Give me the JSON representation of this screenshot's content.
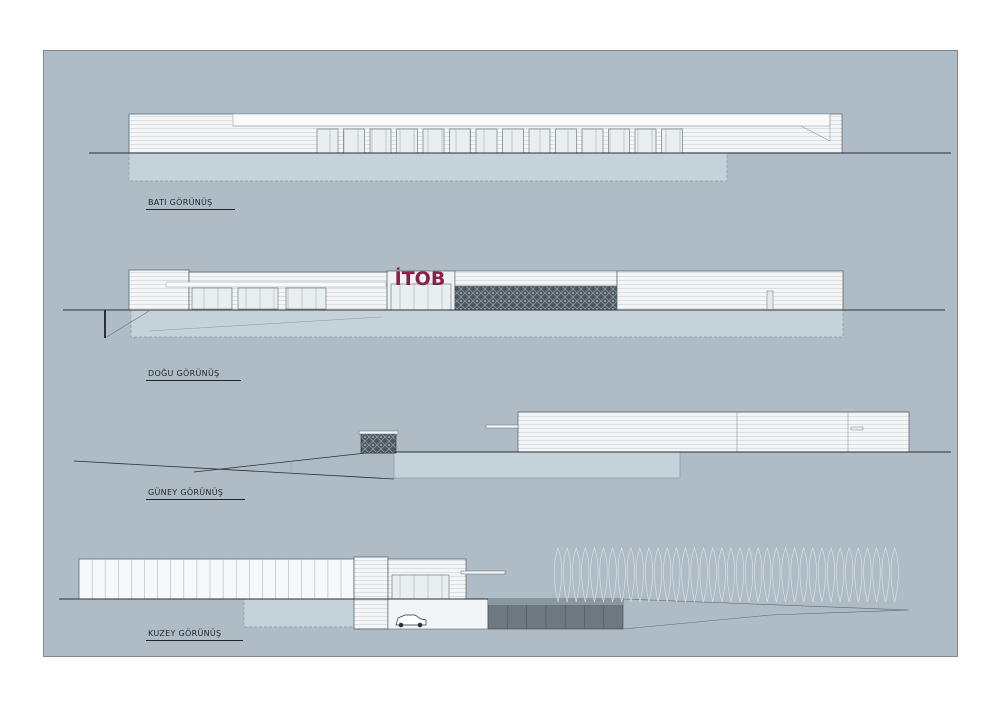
{
  "sheet": {
    "colors": {
      "background": "#afbcc5",
      "facade": "#f3f5f7",
      "basement": "#c6d2d9",
      "line": "#2a3036",
      "logo": "#8a2145",
      "cladding": "#4d5860"
    }
  },
  "logo": {
    "text": "İTOB"
  },
  "views": [
    {
      "id": "bati",
      "label": "BATI GÖRÜNÜŞ"
    },
    {
      "id": "dogu",
      "label": "DOĞU GÖRÜNÜŞ"
    },
    {
      "id": "guney",
      "label": "GÜNEY GÖRÜNÜŞ"
    },
    {
      "id": "kuzey",
      "label": "KUZEY GÖRÜNÜŞ"
    }
  ]
}
